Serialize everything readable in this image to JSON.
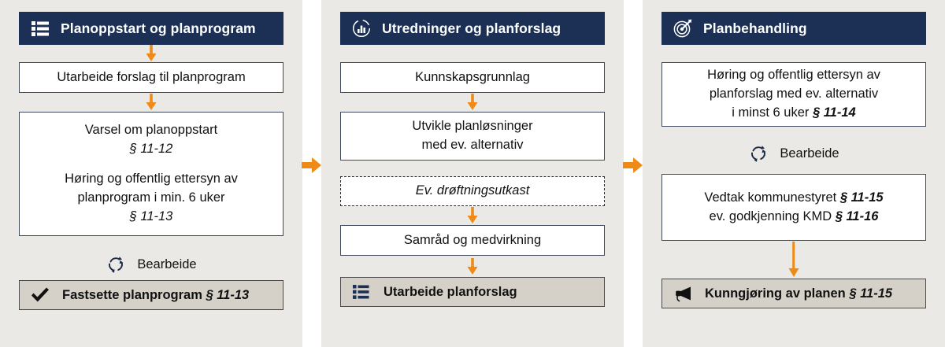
{
  "colors": {
    "panel_bg": "#eae9e5",
    "header_bg": "#1b3054",
    "header_text": "#ffffff",
    "box_bg": "#ffffff",
    "box_border": "#3e4a5c",
    "result_bg": "#d5d1c9",
    "arrow_orange": "#ef8a17",
    "text": "#111111"
  },
  "columns": [
    {
      "id": "planoppstart",
      "header": {
        "title": "Planoppstart og planprogram",
        "icon": "list-icon"
      },
      "steps": [
        {
          "id": "utarbeide-forslag",
          "lines": [
            {
              "text": "Utarbeide forslag til planprogram",
              "italic": false
            }
          ]
        },
        {
          "id": "varsel-og-horing",
          "lines": [
            {
              "text": "Varsel om planoppstart",
              "italic": false
            },
            {
              "text": "§ 11-12",
              "italic": true
            },
            {
              "text": "",
              "italic": false
            },
            {
              "text": "Høring og offentlig ettersyn av",
              "italic": false
            },
            {
              "text": "planprogram i min. 6 uker",
              "italic": false
            },
            {
              "text": "§ 11-13",
              "italic": true
            }
          ]
        }
      ],
      "rework": {
        "label": "Bearbeide",
        "icon": "recycle-icon"
      },
      "result": {
        "icon": "checkmark-icon",
        "label": "Fastsette planprogram ",
        "law": "§ 11-13"
      }
    },
    {
      "id": "utredninger",
      "header": {
        "title": "Utredninger og planforslag",
        "icon": "chart-circle-icon"
      },
      "steps": [
        {
          "id": "kunnskapsgrunnlag",
          "lines": [
            {
              "text": "Kunnskapsgrunnlag",
              "italic": false
            }
          ]
        },
        {
          "id": "utvikle-planlosninger",
          "lines": [
            {
              "text": "Utvikle planløsninger",
              "italic": false
            },
            {
              "text": "med ev. alternativ",
              "italic": false
            }
          ]
        },
        {
          "id": "droftningsutkast",
          "dashed": true,
          "lines": [
            {
              "text": "Ev. drøftningsutkast",
              "italic": true
            }
          ]
        },
        {
          "id": "samrad-medvirkning",
          "lines": [
            {
              "text": "Samråd og medvirkning",
              "italic": false
            }
          ]
        }
      ],
      "result": {
        "icon": "list-icon",
        "label": "Utarbeide planforslag",
        "law": ""
      }
    },
    {
      "id": "planbehandling",
      "header": {
        "title": "Planbehandling",
        "icon": "target-icon"
      },
      "steps": [
        {
          "id": "horing-offentlig-ettersyn",
          "lines": [
            {
              "text": "Høring og offentlig ettersyn av",
              "italic": false
            },
            {
              "text": "planforslag med ev. alternativ",
              "italic": false
            },
            {
              "text": "i minst 6 uker § 11-14",
              "italic": false,
              "law_tail": "§ 11-14"
            }
          ]
        },
        {
          "id": "vedtak-kommunestyret",
          "lines": [
            {
              "text": "Vedtak kommunestyret § 11-15",
              "italic": false
            },
            {
              "text": "ev. godkjenning KMD § 11-16",
              "italic": false
            }
          ]
        }
      ],
      "rework": {
        "label": "Bearbeide",
        "icon": "recycle-icon"
      },
      "result": {
        "icon": "megaphone-icon",
        "label": "Kunngjøring av planen ",
        "law": "§ 11-15"
      }
    }
  ],
  "connectors": {
    "between_columns": [
      "arrow-right-1",
      "arrow-right-2"
    ],
    "direction": "down"
  }
}
